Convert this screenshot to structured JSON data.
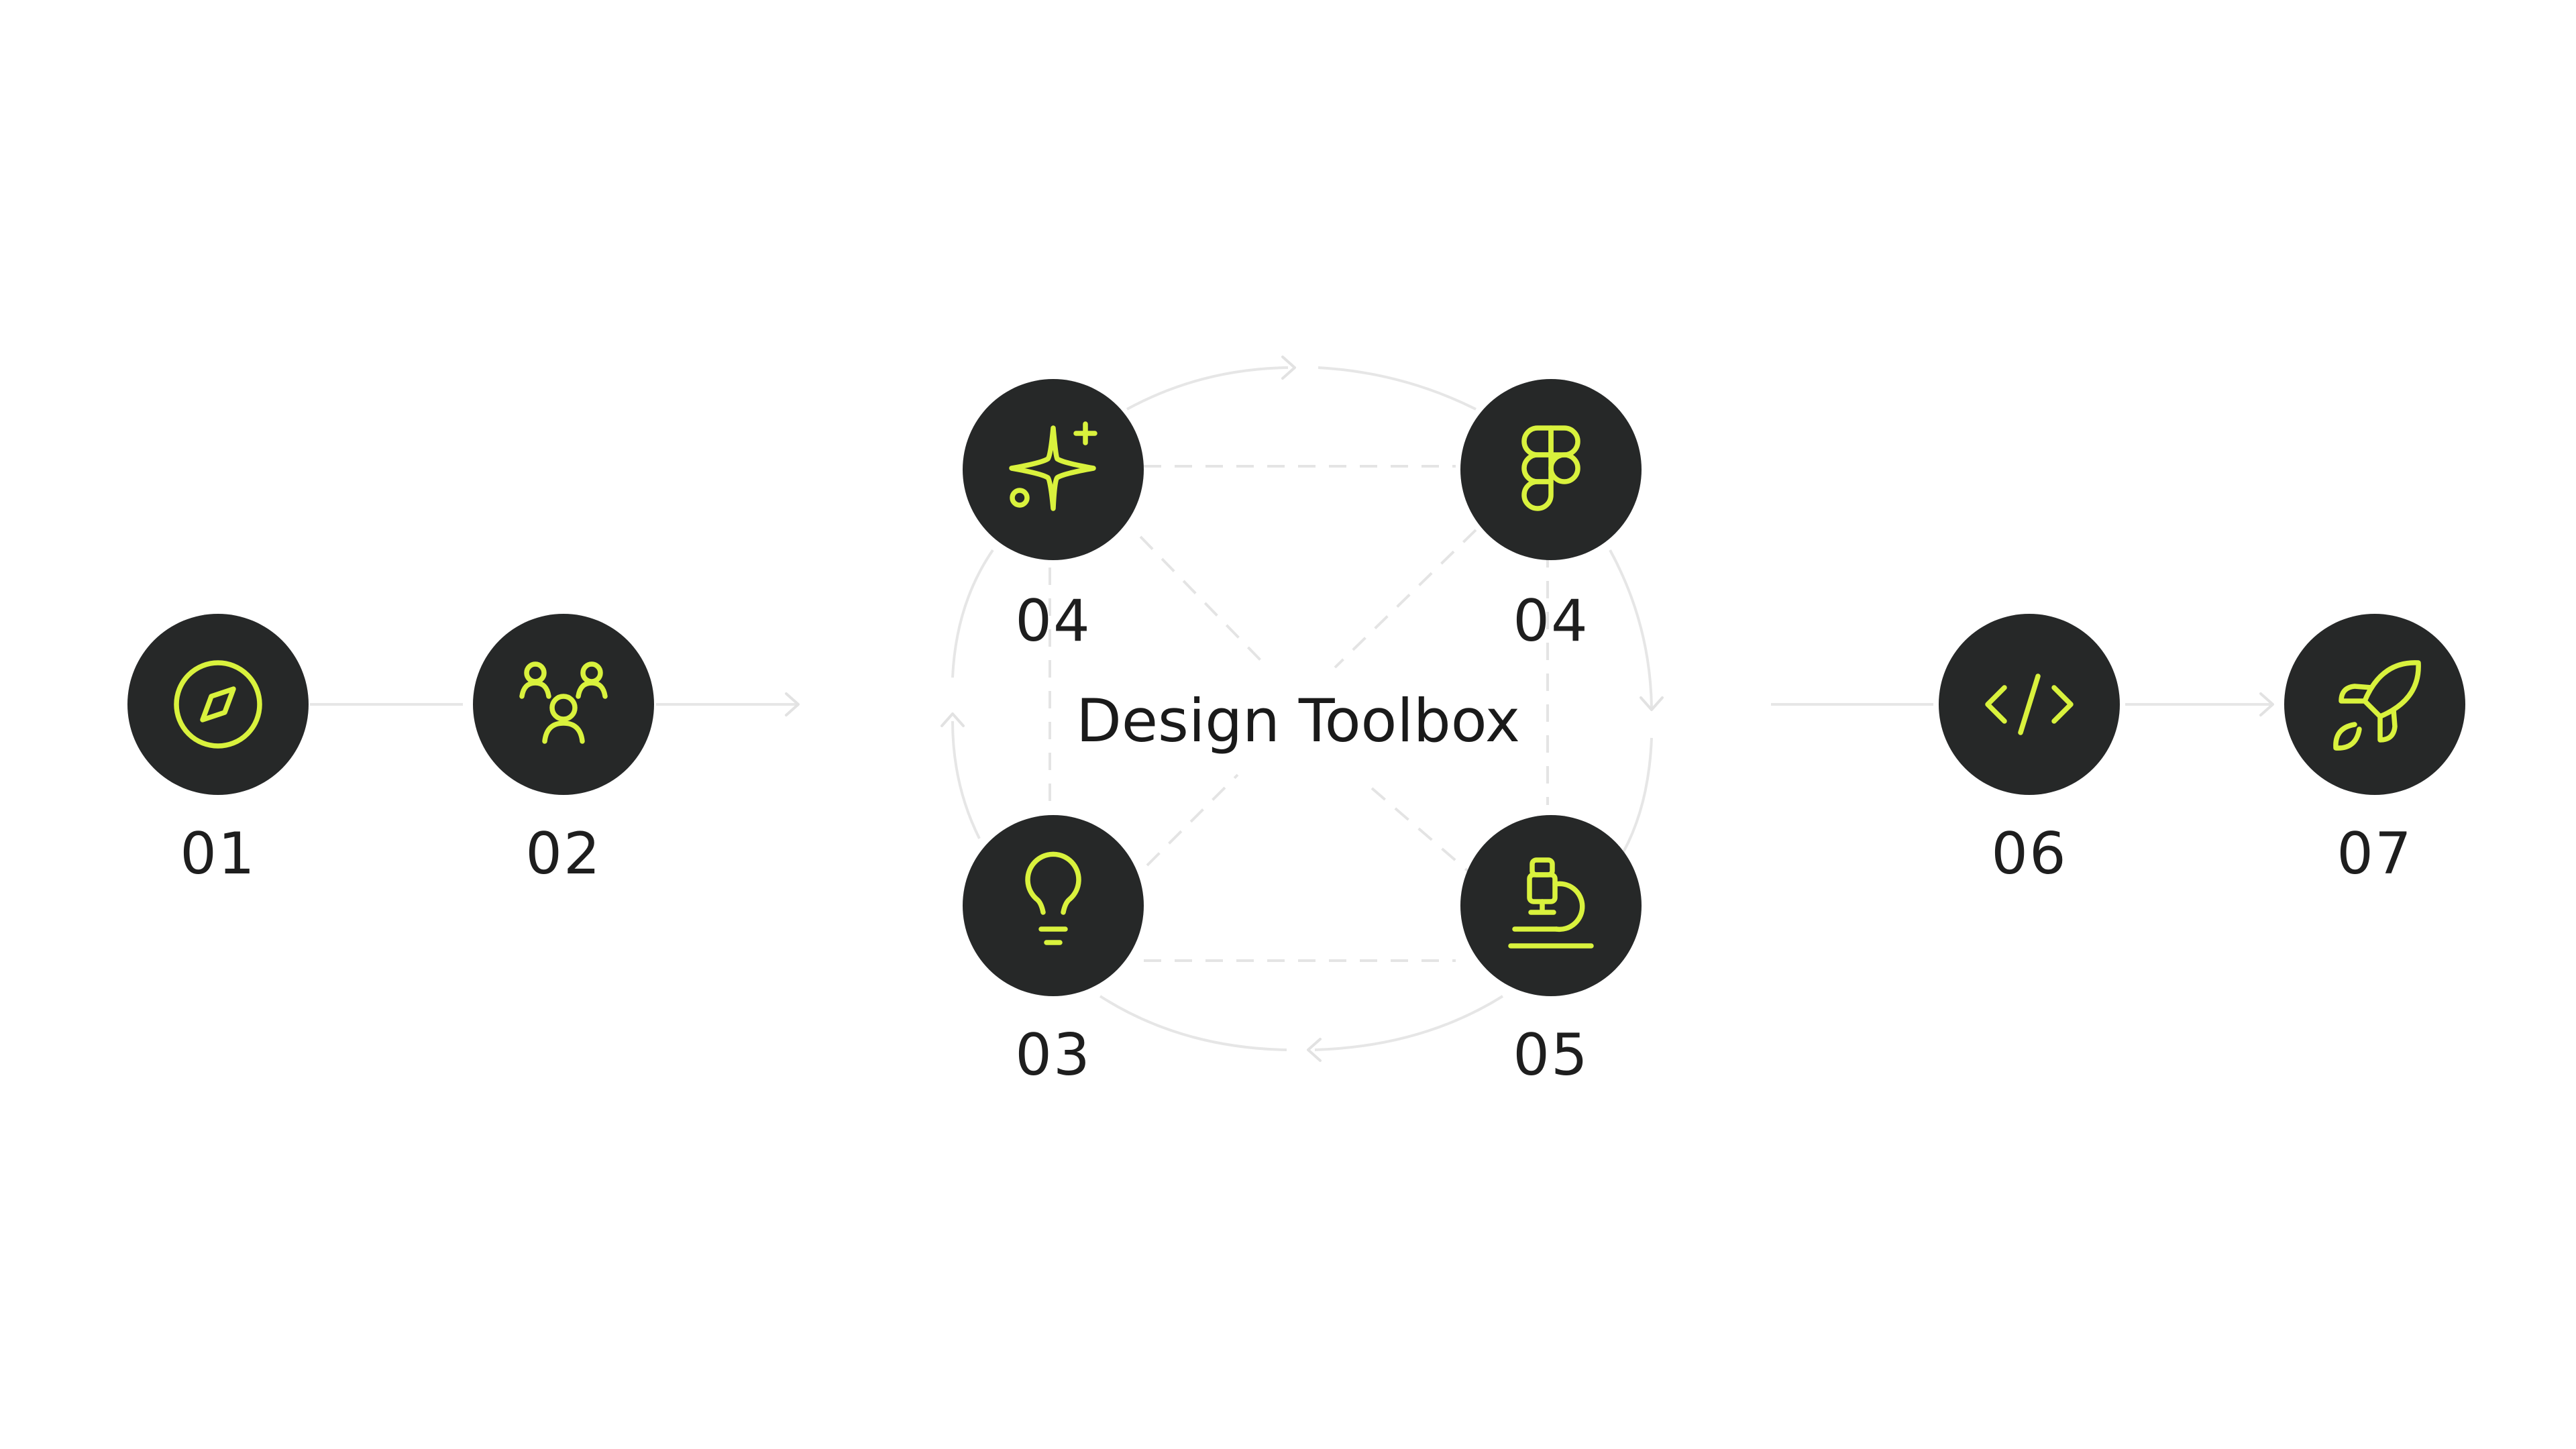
{
  "theme": {
    "background": "#ffffff",
    "node_fill": "#262828",
    "icon_color": "#d9f23d",
    "connector_color": "#e6e6e6",
    "text_color": "#1e1e1e"
  },
  "center": {
    "title": "Design Toolbox"
  },
  "steps": [
    {
      "id": "s01",
      "label": "01",
      "icon": "compass-icon"
    },
    {
      "id": "s02",
      "label": "02",
      "icon": "users-icon"
    },
    {
      "id": "s03",
      "label": "03",
      "icon": "lightbulb-icon"
    },
    {
      "id": "s04a",
      "label": "04",
      "icon": "sparkles-icon"
    },
    {
      "id": "s04b",
      "label": "04",
      "icon": "figma-icon"
    },
    {
      "id": "s05",
      "label": "05",
      "icon": "microscope-icon"
    },
    {
      "id": "s06",
      "label": "06",
      "icon": "code-icon"
    },
    {
      "id": "s07",
      "label": "07",
      "icon": "rocket-icon"
    }
  ]
}
